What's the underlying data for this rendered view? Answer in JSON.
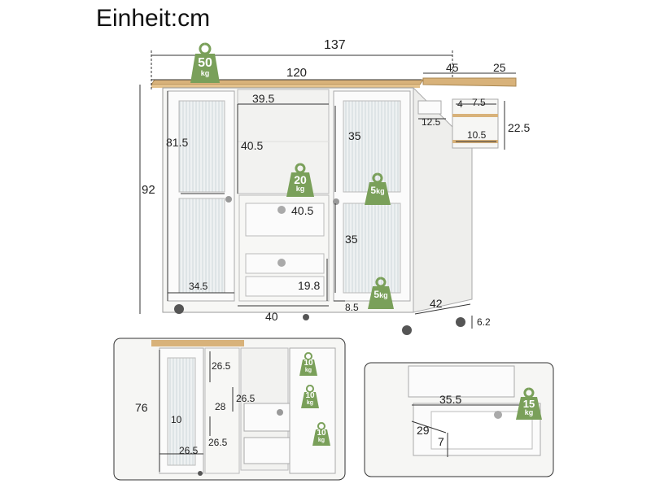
{
  "title": "Einheit:cm",
  "colors": {
    "weight_badge": "#7aa05a",
    "wood_top": "#d8b27a",
    "cabinet": "#f7f7f5",
    "line": "#333333"
  },
  "main": {
    "dims": {
      "total_width": "137",
      "top_width": "120",
      "ext_45": "45",
      "ext_25": "25",
      "shelf_39_5": "39.5",
      "height_92": "92",
      "door_81_5": "81.5",
      "open_40_5": "40.5",
      "door_right_35_top": "35",
      "drawer_40_5": "40.5",
      "door_right_35_bottom": "35",
      "drawer_19_8": "19.8",
      "base_34_5": "34.5",
      "base_40": "40",
      "base_8_5": "8.5",
      "depth_42": "42",
      "wheel_6_2": "6.2",
      "rack_12_5": "12.5",
      "rack_4": "4",
      "rack_7_5": "7.5",
      "rack_10_5": "10.5",
      "rack_22_5": "22.5"
    },
    "weights": [
      {
        "num": "50",
        "unit": "kg"
      },
      {
        "num": "20",
        "unit": "kg"
      },
      {
        "num": "5",
        "unit": "kg"
      },
      {
        "num": "5",
        "unit": "kg"
      }
    ]
  },
  "inset_left": {
    "dims": {
      "d26_5_a": "26.5",
      "d76": "76",
      "d10": "10",
      "d28": "28",
      "d26_5_b": "26.5",
      "d26_5_c": "26.5",
      "d26_5_d": "26.5"
    },
    "weights": [
      {
        "num": "10",
        "unit": "kg"
      },
      {
        "num": "10",
        "unit": "kg"
      },
      {
        "num": "10",
        "unit": "kg"
      }
    ]
  },
  "inset_right": {
    "dims": {
      "d35_5": "35.5",
      "d29": "29",
      "d7": "7"
    },
    "weights": [
      {
        "num": "15",
        "unit": "kg"
      }
    ]
  }
}
